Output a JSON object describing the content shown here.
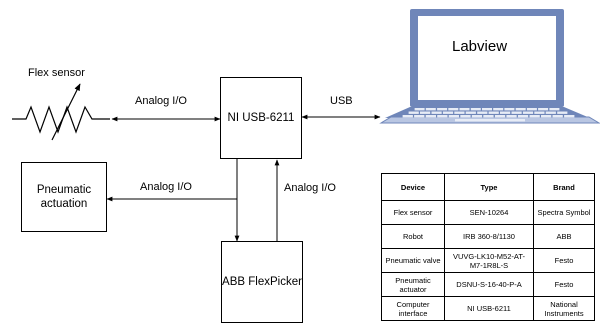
{
  "nodes": {
    "daq": "NI USB-6211",
    "pneumatic": [
      "Pneumatic",
      "actuation"
    ],
    "picker": "ABB FlexPicker",
    "laptop_screen": "Labview",
    "sensor": "Flex sensor"
  },
  "edges": {
    "sensor_daq": "Analog I/O",
    "daq_laptop": "USB",
    "daq_pneumatic": "Analog I/O",
    "picker_daq": "Analog I/O"
  },
  "table": {
    "headers": [
      "Device",
      "Type",
      "Brand"
    ],
    "rows": [
      [
        "Flex sensor",
        "SEN-10264",
        "Spectra Symbol"
      ],
      [
        "Robot",
        "IRB 360-8/1130",
        "ABB"
      ],
      [
        "Pneumatic valve",
        "VUVG-LK10-M52-AT-M7-1R8L-S",
        "Festo"
      ],
      [
        "Pneumatic actuator",
        "DSNU-S-16-40-P-A",
        "Festo"
      ],
      [
        "Computer interface",
        "NI USB-6211",
        "National Instruments"
      ]
    ]
  },
  "colors": {
    "laptop_frame": "#6f86b9",
    "laptop_keyboard": "#b9c6e2",
    "laptop_keys": "#e7ecf6",
    "lines": "#000000"
  },
  "icons": {
    "sensor": "variable-resistor-icon",
    "computer": "laptop-icon"
  }
}
